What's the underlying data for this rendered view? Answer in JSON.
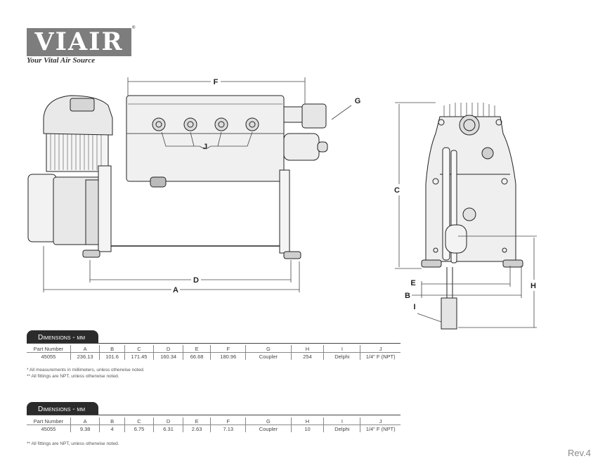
{
  "logo": {
    "brand": "VIAIR",
    "registered": "®",
    "tagline": "Your Vital Air Source"
  },
  "drawing": {
    "labels": {
      "A": "A",
      "B": "B",
      "C": "C",
      "D": "D",
      "E": "E",
      "F": "F",
      "G": "G",
      "H": "H",
      "I": "I",
      "J": "J"
    }
  },
  "tables": [
    {
      "title": "Dimensions - mm",
      "headers": [
        "Part Number",
        "A",
        "B",
        "C",
        "D",
        "E",
        "F",
        "G",
        "H",
        "I",
        "J"
      ],
      "row": [
        "45055",
        "236.13",
        "101.6",
        "171.45",
        "160.34",
        "66.68",
        "180.96",
        "Coupler",
        "254",
        "Delphi",
        "1/4\" F (NPT)"
      ],
      "notes": [
        "* All measurements in millimeters, unless otherwise noted.",
        "** All fittings are NPT, unless otherwise noted."
      ]
    },
    {
      "title": "Dimensions - mm",
      "headers": [
        "Part Number",
        "A",
        "B",
        "C",
        "D",
        "E",
        "F",
        "G",
        "H",
        "I",
        "J"
      ],
      "row": [
        "45055",
        "9.38",
        "4",
        "6.75",
        "6.31",
        "2.63",
        "7.13",
        "Coupler",
        "10",
        "Delphi",
        "1/4\" F (NPT)"
      ],
      "notes": [
        "** All fittings are NPT, unless otherwise noted."
      ]
    }
  ],
  "revision": "Rev.4"
}
